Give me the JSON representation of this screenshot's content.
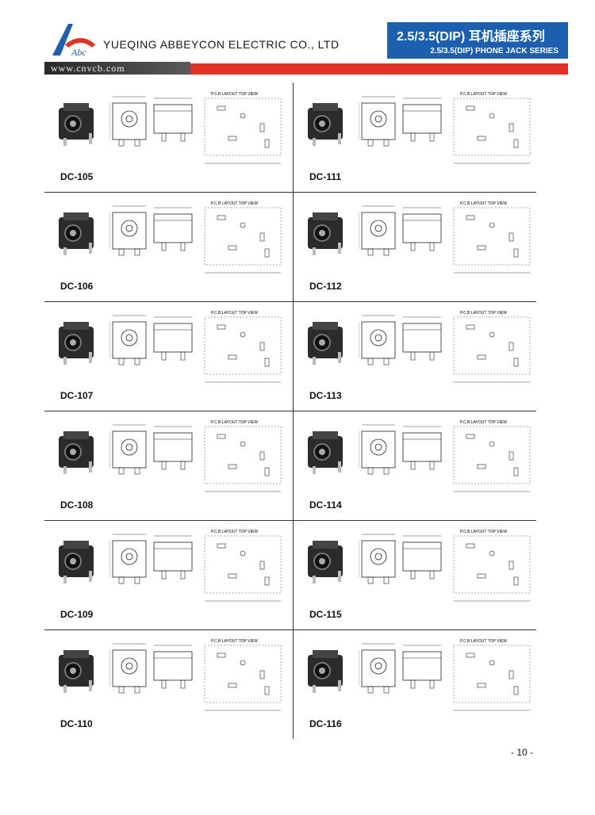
{
  "header": {
    "company": "YUEQING ABBEYCON ELECTRIC CO., LTD",
    "title_cn": "2.5/3.5(DIP) 耳机插座系列",
    "title_en": "2.5/3.5(DIP) PHONE JACK SERIES",
    "website": "www.cnvcb.com",
    "logo_text": "Abc"
  },
  "pcb_layout_label": "P.C.B LAYOUT  TOP VIEW",
  "watermark": "www.cnvcb.com",
  "products": [
    {
      "model": "DC-105"
    },
    {
      "model": "DC-111"
    },
    {
      "model": "DC-106"
    },
    {
      "model": "DC-112"
    },
    {
      "model": "DC-107"
    },
    {
      "model": "DC-113"
    },
    {
      "model": "DC-108"
    },
    {
      "model": "DC-114"
    },
    {
      "model": "DC-109"
    },
    {
      "model": "DC-115"
    },
    {
      "model": "DC-110"
    },
    {
      "model": "DC-116"
    }
  ],
  "footer": {
    "page": "- 10 -"
  },
  "colors": {
    "title_blue": "#1b5fae",
    "accent_red": "#e03325"
  }
}
